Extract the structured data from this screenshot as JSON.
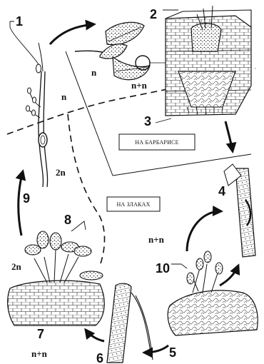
{
  "numbers": {
    "n1": "1",
    "n2": "2",
    "n3": "3",
    "n4": "4",
    "n5": "5",
    "n6": "6",
    "n7": "7",
    "n8": "8",
    "n9": "9",
    "n10": "10"
  },
  "ploidy": {
    "leaf_n": "n",
    "leaf_nn": "n+n",
    "basidium_n": "n",
    "basidium_2n": "2n",
    "teliospore_2n": "2n",
    "grass_nn": "n+n",
    "bottom_nn": "n+n"
  },
  "hosts": {
    "barberry": "НА БАРБАРИСЕ",
    "cereals": "НА ЗЛАКАХ"
  }
}
